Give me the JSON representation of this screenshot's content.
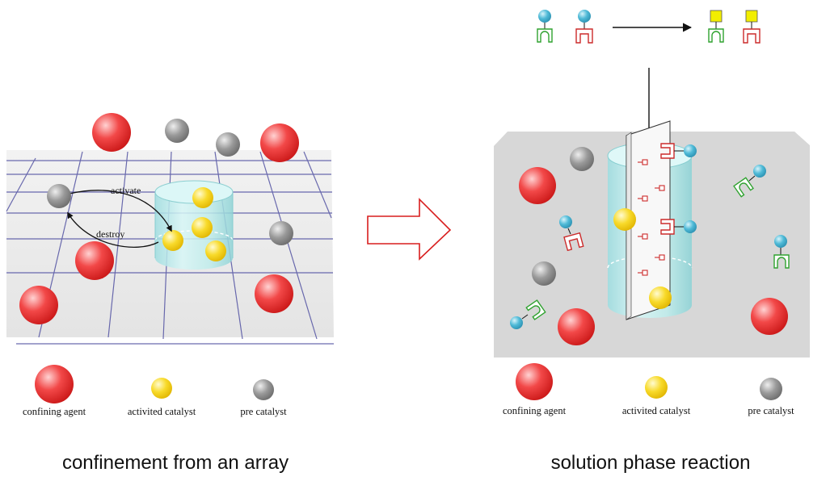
{
  "left_panel": {
    "caption": "confinement from an array",
    "arrow_labels": {
      "activate": "activate",
      "destroy": "destroy"
    },
    "legend": [
      {
        "label": "confining agent",
        "kind": "confining-agent"
      },
      {
        "label": "activited catalyst",
        "kind": "activated-catalyst"
      },
      {
        "label": "pre catalyst",
        "kind": "pre-catalyst"
      }
    ]
  },
  "right_panel": {
    "caption": "solution phase reaction",
    "legend": [
      {
        "label": "confining agent",
        "kind": "confining-agent"
      },
      {
        "label": "activited catalyst",
        "kind": "activated-catalyst"
      },
      {
        "label": "pre catalyst",
        "kind": "pre-catalyst"
      }
    ]
  },
  "colors": {
    "confining_agent": "#ee3333",
    "activated_catalyst": "#f5d21c",
    "pre_catalyst": "#8f8f8f",
    "grid_line": "#5a5aa6",
    "cylinder": "#bfeff0",
    "big_arrow": "#d81e1e",
    "substrate_ball": "#46b7d6",
    "product_square": "#f2ee00",
    "green_receptor": "#2fa22f",
    "red_receptor": "#cc2a2a"
  }
}
